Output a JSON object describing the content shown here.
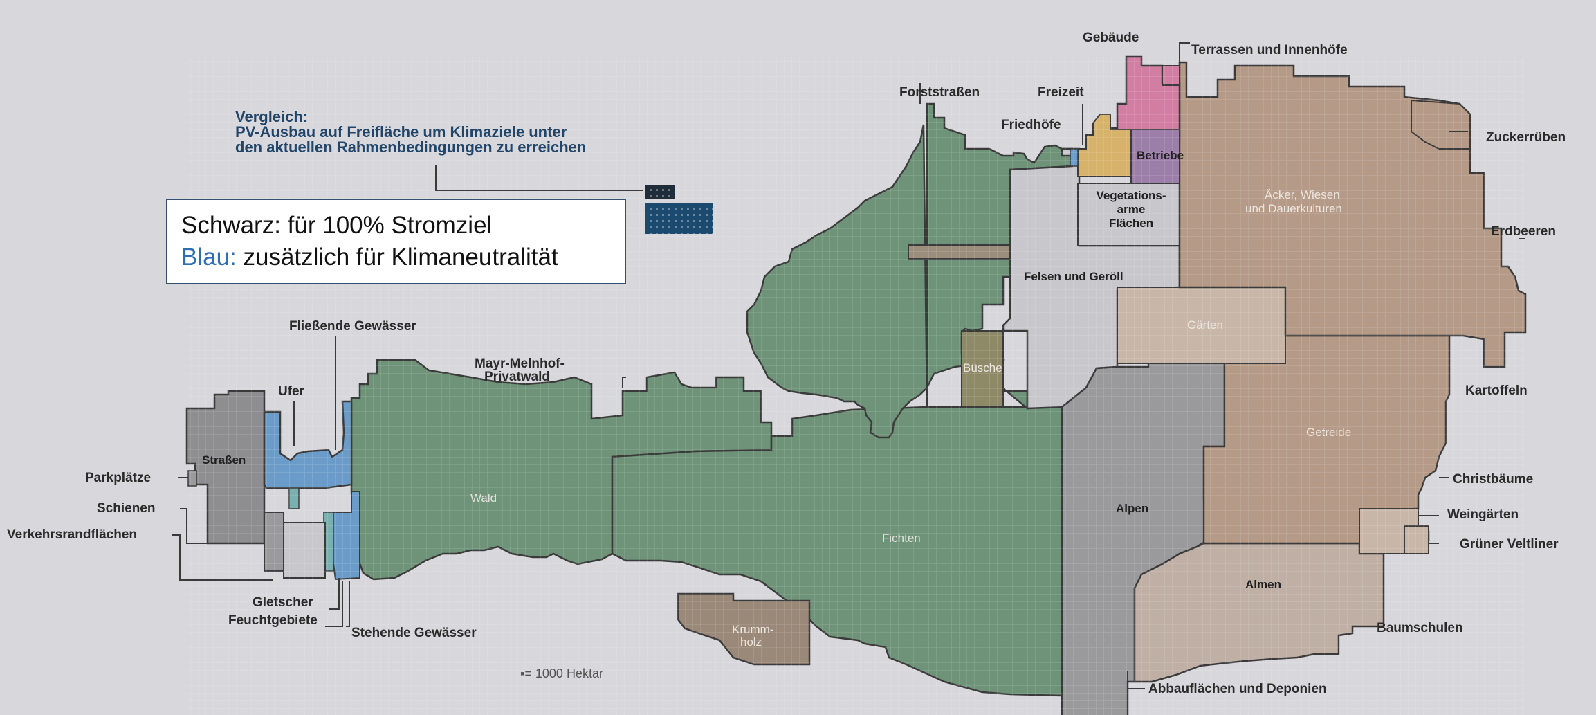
{
  "comparison": {
    "title": "Vergleich:",
    "line1": "PV-Ausbau auf Freifläche um Klimaziele unter",
    "line2": "den aktuellen Rahmenbedingungen zu erreichen"
  },
  "legend": {
    "black_text": "Schwarz: für 100% Stromziel",
    "blue_prefix": "Blau:",
    "blue_text": " zusätzlich für Klimaneutralität"
  },
  "scale_note": "▪= 1000 Hektar",
  "areas": {
    "wald": "Wald",
    "fichten": "Fichten",
    "buesche": "Büsche",
    "krummholz_1": "Krumm-",
    "krummholz_2": "holz",
    "alpen": "Alpen",
    "almen": "Almen",
    "getreide": "Getreide",
    "gaerten": "Gärten",
    "aecker_1": "Äcker, Wiesen",
    "aecker_2": "und Dauerkulturen",
    "felsen": "Felsen und Geröll",
    "betriebe": "Betriebe",
    "vegetation_1": "Vegetations-",
    "vegetation_2": "arme",
    "vegetation_3": "Flächen",
    "strassen": "Straßen"
  },
  "callouts": {
    "gebaeude": "Gebäude",
    "terrassen": "Terrassen und Innenhöfe",
    "forststrassen": "Forststraßen",
    "freizeit": "Freizeit",
    "friedhoefe": "Friedhöfe",
    "zuckerrueben": "Zuckerrüben",
    "erdbeeren": "Erdbeeren",
    "kartoffeln": "Kartoffeln",
    "christbaeume": "Christbäume",
    "weingaerten": "Weingärten",
    "gruener_veltliner": "Grüner Veltliner",
    "baumschulen": "Baumschulen",
    "abbauflaechen": "Abbauflächen und Deponien",
    "fliessende": "Fließende Gewässer",
    "mayr_1": "Mayr-Melnhof-",
    "mayr_2": "Privatwald",
    "ufer": "Ufer",
    "parkplaetze": "Parkplätze",
    "schienen": "Schienen",
    "verkehrsrand": "Verkehrsrandflächen",
    "gletscher": "Gletscher",
    "feuchtgebiete": "Feuchtgebiete",
    "stehende": "Stehende Gewässer"
  },
  "colors": {
    "background": "#d7d7dc",
    "forest": "#6e9378",
    "alpine_grey": "#9a9a9c",
    "agri_brown": "#b49a87",
    "water_blue": "#6b9cc9",
    "buildings_pink": "#d27ea3",
    "betriebe_purple": "#9c7fa8",
    "freizeit_yellow": "#d7b26a",
    "pv_dark_blue": "#1c4a6e"
  }
}
